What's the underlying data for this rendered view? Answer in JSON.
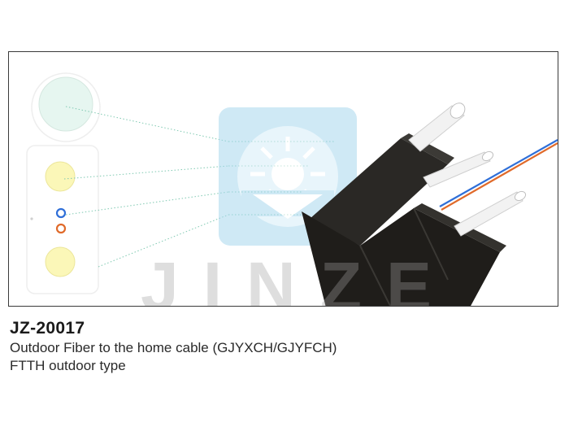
{
  "product": {
    "model": "JZ-20017",
    "description": "Outdoor Fiber to the home cable (GJYXCH/GJYFCH)",
    "type": "FTTH outdoor type"
  },
  "watermark": {
    "brand": "JINZE",
    "color": "#a8d8ee"
  },
  "colors": {
    "cable_jacket": "#1f1d1a",
    "strength_member": "#f2f2f2",
    "fiber_blue": "#2f6fd8",
    "fiber_orange": "#e06a2a",
    "yellow_member": "#fbf7b8",
    "messenger": "#e6f6f0"
  },
  "icons": [
    "sun-logo-icon"
  ]
}
